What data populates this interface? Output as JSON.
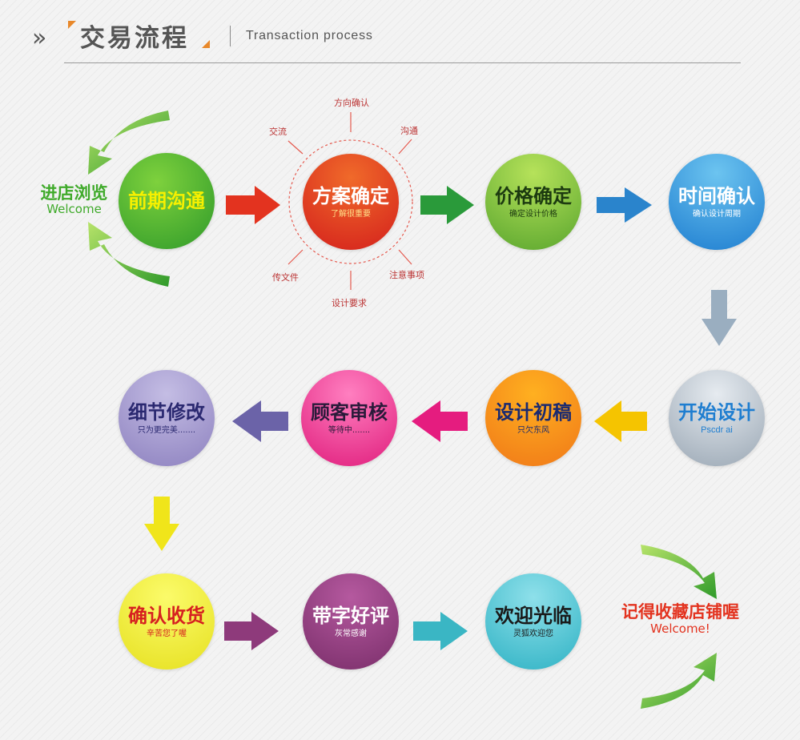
{
  "header": {
    "title_cn": "交易流程",
    "title_en": "Transaction process",
    "chevron": "»"
  },
  "start": {
    "title": "进店浏览",
    "subtitle": "Welcome"
  },
  "end": {
    "title": "记得收藏店铺喔",
    "subtitle": "Welcome!"
  },
  "rays": {
    "top": "方向确认",
    "top_left": "交流",
    "top_right": "沟通",
    "bottom_left": "传文件",
    "bottom": "设计要求",
    "bottom_right": "注意事项"
  },
  "steps": [
    {
      "title": "前期沟通",
      "subtitle": ""
    },
    {
      "title": "方案确定",
      "subtitle": "了解很重要"
    },
    {
      "title": "价格确定",
      "subtitle": "确定设计价格"
    },
    {
      "title": "时间确认",
      "subtitle": "确认设计周期"
    },
    {
      "title": "开始设计",
      "subtitle": "Pscdr ai"
    },
    {
      "title": "设计初稿",
      "subtitle": "只欠东风"
    },
    {
      "title": "顾客审核",
      "subtitle": "等待中......."
    },
    {
      "title": "细节修改",
      "subtitle": "只为更完美......."
    },
    {
      "title": "确认收货",
      "subtitle": "辛苦您了喔"
    },
    {
      "title": "带字好评",
      "subtitle": "灰常感谢"
    },
    {
      "title": "欢迎光临",
      "subtitle": "灵狐欢迎您"
    }
  ],
  "colors": {
    "green": "#3faa2a",
    "red": "#e3331f",
    "blue": "#2a95dc",
    "gray": "#a9b3bd",
    "yellow": "#f5c400",
    "pink": "#e51c7f",
    "purple": "#6b63a8",
    "lavender": "#9b8fc6",
    "olive": "#e1d81e",
    "plum": "#8e3a7b",
    "teal": "#3ab6c4",
    "orange": "#e6761c",
    "text_dark": "#555555",
    "accent": "#e8882a"
  },
  "icons": {
    "chevron": "double-chevron-icon",
    "arrow": "arrow-icon",
    "curved_arrow": "curved-arrow-icon"
  }
}
